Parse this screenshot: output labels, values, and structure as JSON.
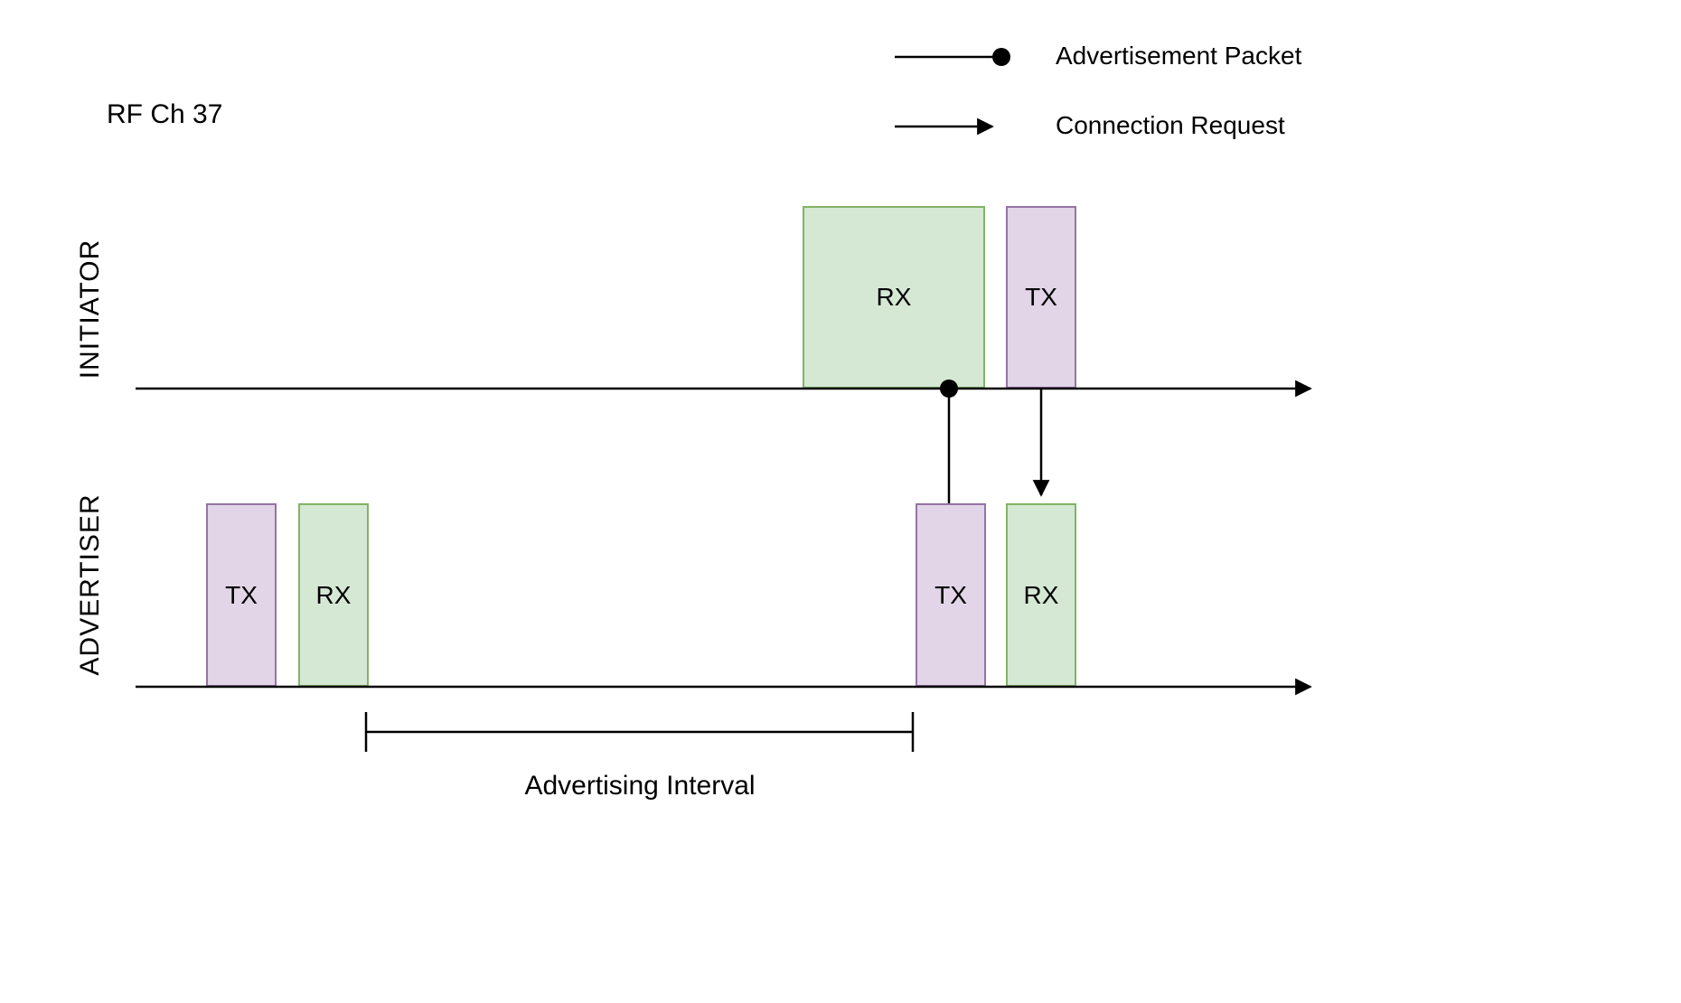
{
  "title": "RF Ch 37",
  "legend": {
    "items": [
      {
        "symbol": "line-with-dot",
        "label": "Advertisement Packet"
      },
      {
        "symbol": "arrow",
        "label": "Connection Request"
      }
    ]
  },
  "lanes": {
    "initiator": {
      "label": "INITIATOR",
      "boxes": [
        {
          "label": "RX",
          "kind": "rx"
        },
        {
          "label": "TX",
          "kind": "tx"
        }
      ]
    },
    "advertiser": {
      "label": "ADVERTISER",
      "boxes": [
        {
          "label": "TX",
          "kind": "tx"
        },
        {
          "label": "RX",
          "kind": "rx"
        },
        {
          "label": "TX",
          "kind": "tx"
        },
        {
          "label": "RX",
          "kind": "rx"
        }
      ]
    }
  },
  "annotations": {
    "advertising_interval": "Advertising Interval"
  },
  "colors": {
    "rx_fill": "#d5e8d4",
    "rx_border": "#82b366",
    "tx_fill": "#e1d5e7",
    "tx_border": "#9673a6",
    "line": "#000000",
    "background": "#ffffff"
  }
}
